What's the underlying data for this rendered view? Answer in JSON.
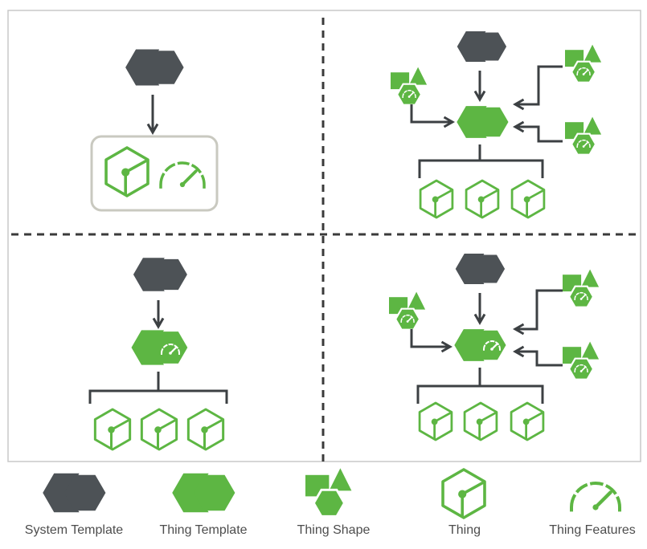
{
  "colors": {
    "dark": "#4d5256",
    "green": "#5db643",
    "panel_border": "#c8c8c8",
    "divider": "#3a3a3a",
    "box_border": "#c9c9c0"
  },
  "legend": {
    "system_template": "System Template",
    "thing_template": "Thing Template",
    "thing_shape": "Thing Shape",
    "thing": "Thing",
    "thing_features": "Thing Features"
  },
  "icons": [
    "system-template-icon",
    "thing-template-icon",
    "thing-shape-icon",
    "thing-icon",
    "thing-features-icon"
  ]
}
